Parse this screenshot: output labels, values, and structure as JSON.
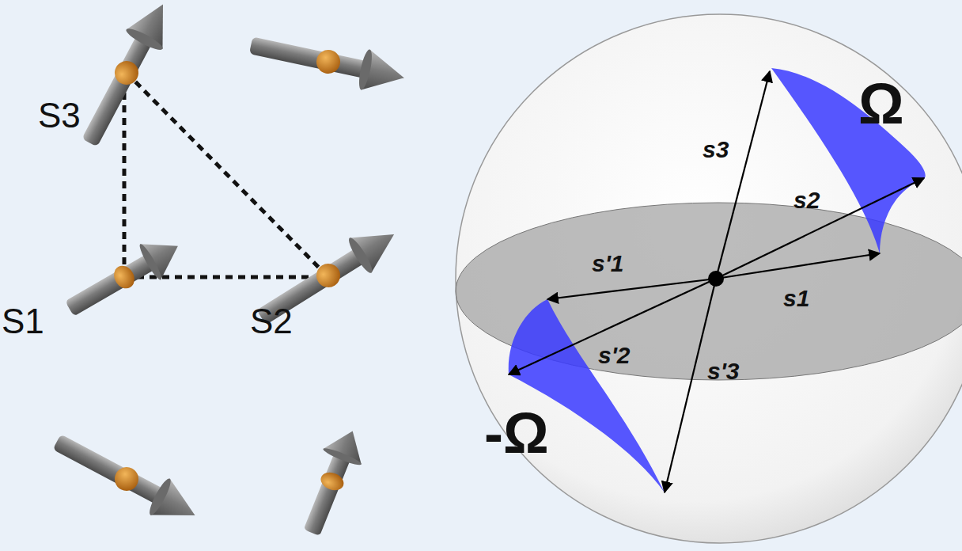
{
  "diagram": {
    "labels": [
      "S3",
      "S1",
      "S2",
      "s3",
      "s2",
      "s'1",
      "s1",
      "s'2",
      "s'3",
      "Ω",
      "-Ω"
    ]
  }
}
